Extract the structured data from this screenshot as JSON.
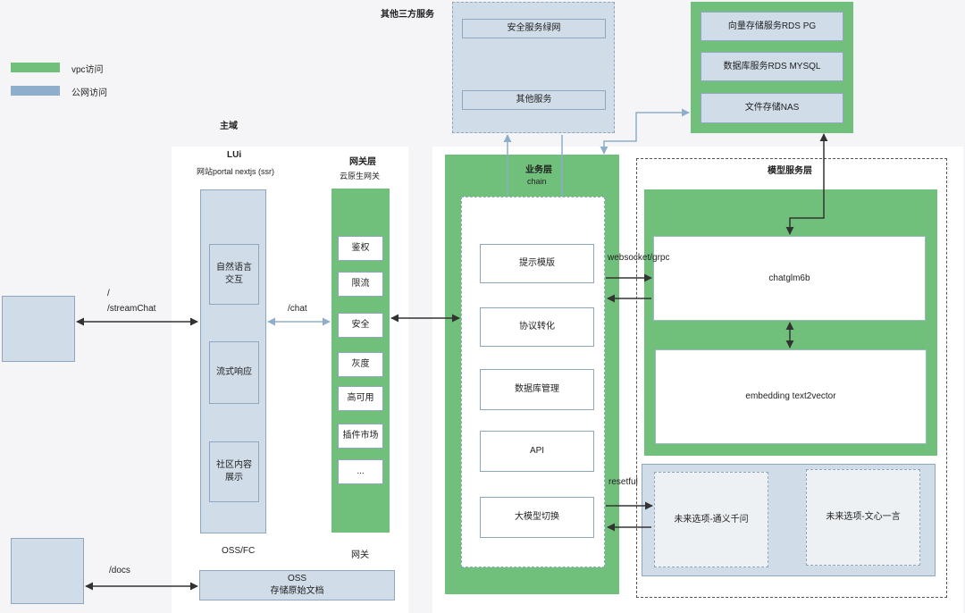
{
  "legend": {
    "vpc": {
      "label": "vpc访问",
      "color": "#70bf7b"
    },
    "public": {
      "label": "公网访问",
      "color": "#8eaecb"
    }
  },
  "main_domain_label": "主域",
  "third_party": {
    "title": "其他三方服务",
    "items": [
      "安全服务绿网",
      "其他服务"
    ]
  },
  "storage": {
    "items": [
      "向量存储服务RDS PG",
      "数据库服务RDS MYSQL",
      "文件存储NAS"
    ]
  },
  "lui": {
    "title": "LUi",
    "subtitle": "网站portal nextjs (ssr)",
    "items": [
      "自然语言交互",
      "流式响应",
      "社区内容展示"
    ],
    "bottom_label": "OSS/FC"
  },
  "gateway": {
    "title": "网关层",
    "subtitle": "云原生网关",
    "items": [
      "鉴权",
      "限流",
      "安全",
      "灰度",
      "高可用",
      "插件市场",
      "..."
    ],
    "bottom_label": "网关"
  },
  "business": {
    "title": "业务层",
    "subtitle": "chain",
    "items": [
      "提示模版",
      "协议转化",
      "数据库管理",
      "API",
      "大模型切换"
    ]
  },
  "model": {
    "title": "模型服务层",
    "chatglm": "chatglm6b",
    "embedding": "embedding text2vector",
    "future": [
      "未来选项-通义千问",
      "未来选项-文心一言"
    ]
  },
  "oss": {
    "title": "OSS",
    "subtitle": "存储原始文档"
  },
  "edges": {
    "stream_slash": "/",
    "stream": "/streamChat",
    "chat": "/chat",
    "docs": "/docs",
    "websocket": "websocket/grpc",
    "restful": "resetful"
  },
  "colors": {
    "green": "#70bf7b",
    "grey_fill": "#d0dce8",
    "grey_border": "#8ea6c0",
    "public_line": "#8eaecb",
    "dark_line": "#333333"
  }
}
